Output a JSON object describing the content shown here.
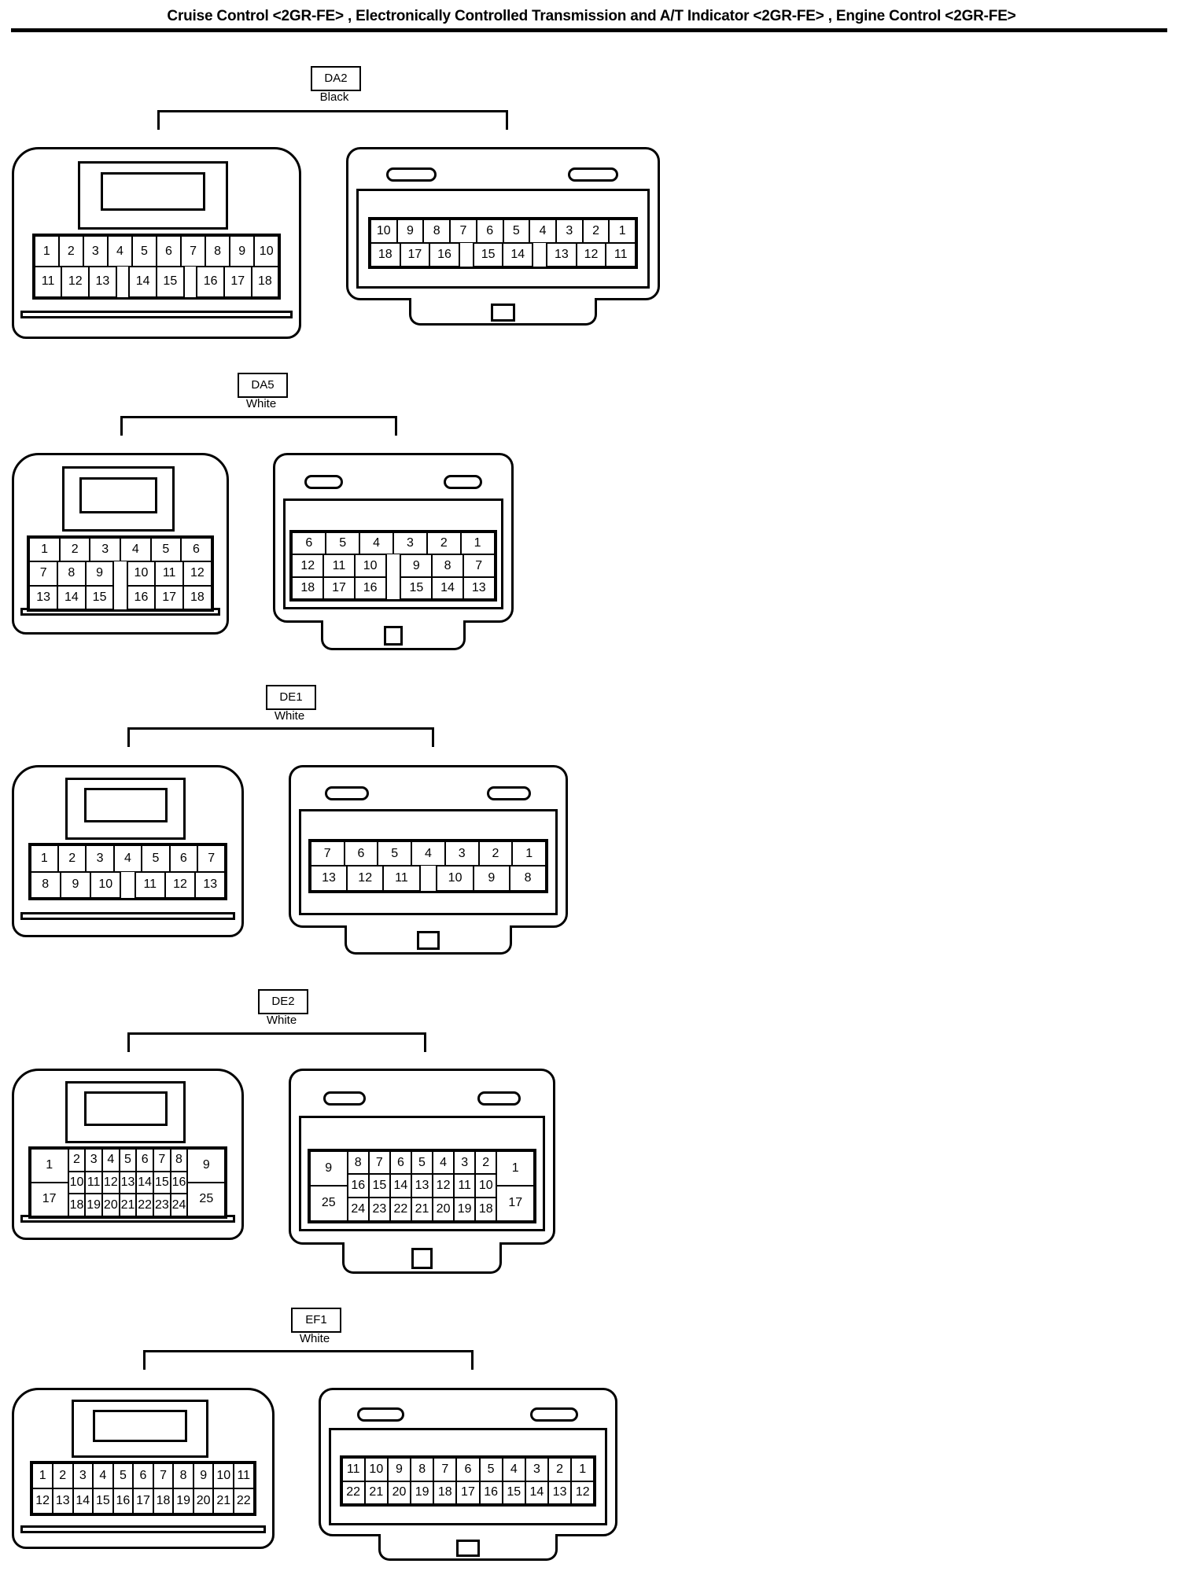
{
  "title": "Cruise Control <2GR-FE> , Electronically Controlled Transmission and A/T Indicator <2GR-FE> , Engine Control <2GR-FE>",
  "connectors": [
    {
      "id": "DA2",
      "color": "Black",
      "male": {
        "rows": [
          [
            "1",
            "2",
            "3",
            "4",
            "5",
            "6",
            "7",
            "8",
            "9",
            "10"
          ],
          [
            "11",
            "12",
            "13",
            null,
            "14",
            "15",
            null,
            "16",
            "17",
            "18"
          ]
        ]
      },
      "female": {
        "rows": [
          [
            "10",
            "9",
            "8",
            "7",
            "6",
            "5",
            "4",
            "3",
            "2",
            "1"
          ],
          [
            "18",
            "17",
            "16",
            null,
            "15",
            "14",
            null,
            "13",
            "12",
            "11"
          ]
        ]
      }
    },
    {
      "id": "DA5",
      "color": "White",
      "male": {
        "rows": [
          [
            "1",
            "2",
            "3",
            "4",
            "5",
            "6"
          ],
          [
            "7",
            "8",
            "9",
            null,
            "10",
            "11",
            "12"
          ],
          [
            "13",
            "14",
            "15",
            null,
            "16",
            "17",
            "18"
          ]
        ]
      },
      "female": {
        "rows": [
          [
            "6",
            "5",
            "4",
            "3",
            "2",
            "1"
          ],
          [
            "12",
            "11",
            "10",
            null,
            "9",
            "8",
            "7"
          ],
          [
            "18",
            "17",
            "16",
            null,
            "15",
            "14",
            "13"
          ]
        ]
      }
    },
    {
      "id": "DE1",
      "color": "White",
      "male": {
        "rows": [
          [
            "1",
            "2",
            "3",
            "4",
            "5",
            "6",
            "7"
          ],
          [
            "8",
            "9",
            "10",
            null,
            "11",
            "12",
            "13"
          ]
        ]
      },
      "female": {
        "rows": [
          [
            "7",
            "6",
            "5",
            "4",
            "3",
            "2",
            "1"
          ],
          [
            "13",
            "12",
            "11",
            null,
            "10",
            "9",
            "8"
          ]
        ]
      }
    },
    {
      "id": "DE2",
      "color": "White",
      "male": {
        "side_left": [
          "1",
          "17"
        ],
        "rows": [
          [
            "2",
            "3",
            "4",
            "5",
            "6",
            "7",
            "8"
          ],
          [
            "10",
            "11",
            "12",
            "13",
            "14",
            "15",
            "16"
          ],
          [
            "18",
            "19",
            "20",
            "21",
            "22",
            "23",
            "24"
          ]
        ],
        "side_right": [
          "9",
          "25"
        ]
      },
      "female": {
        "side_left": [
          "9",
          "25"
        ],
        "rows": [
          [
            "8",
            "7",
            "6",
            "5",
            "4",
            "3",
            "2"
          ],
          [
            "16",
            "15",
            "14",
            "13",
            "12",
            "11",
            "10"
          ],
          [
            "24",
            "23",
            "22",
            "21",
            "20",
            "19",
            "18"
          ]
        ],
        "side_right": [
          "1",
          "17"
        ]
      }
    },
    {
      "id": "EF1",
      "color": "White",
      "male": {
        "rows": [
          [
            "1",
            "2",
            "3",
            "4",
            "5",
            "6",
            "7",
            "8",
            "9",
            "10",
            "11"
          ],
          [
            "12",
            "13",
            "14",
            "15",
            "16",
            "17",
            "18",
            "19",
            "20",
            "21",
            "22"
          ]
        ]
      },
      "female": {
        "rows": [
          [
            "11",
            "10",
            "9",
            "8",
            "7",
            "6",
            "5",
            "4",
            "3",
            "2",
            "1"
          ],
          [
            "22",
            "21",
            "20",
            "19",
            "18",
            "17",
            "16",
            "15",
            "14",
            "13",
            "12"
          ]
        ]
      }
    }
  ]
}
